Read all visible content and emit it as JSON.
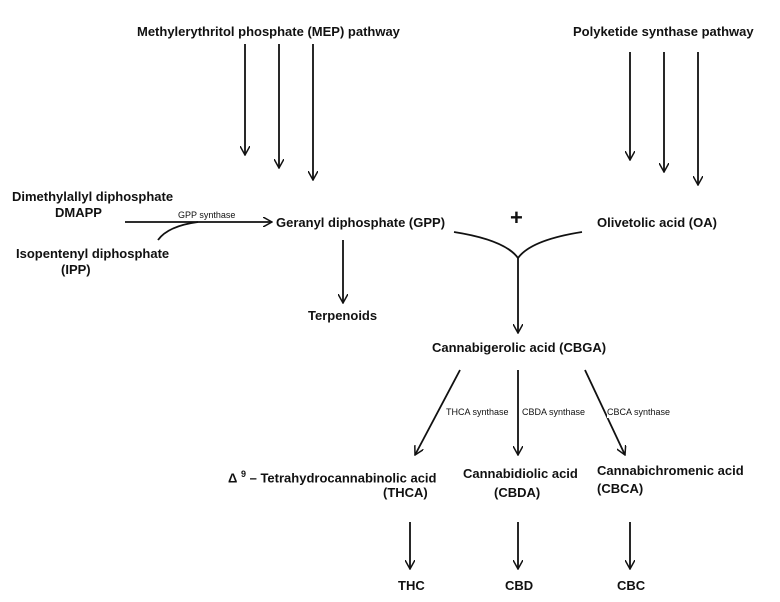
{
  "pathways": {
    "mep": "Methylerythritol phosphate (MEP) pathway",
    "polyketide": "Polyketide synthase pathway"
  },
  "precursors": {
    "dmapp_line1": "Dimethylallyl diphosphate",
    "dmapp_line2": "DMAPP",
    "ipp_line1": "Isopentenyl diphosphate",
    "ipp_line2": "(IPP)"
  },
  "enzymes": {
    "gpp_synthase": "GPP synthase",
    "thca_synthase": "THCA synthase",
    "cbda_synthase": "CBDA synthase",
    "cbca_synthase": "CBCA synthase"
  },
  "intermediates": {
    "gpp": "Geranyl diphosphate (GPP)",
    "plus": "+",
    "oa": "Olivetolic acid (OA)",
    "terpenoids": "Terpenoids",
    "cbga": "Cannabigerolic acid (CBGA)"
  },
  "acids": {
    "thca_delta": "Δ",
    "thca_sup": "9",
    "thca_line1": "– Tetrahydrocannabinolic acid",
    "thca_line2": "(THCA)",
    "cbda_line1": "Cannabidiolic acid",
    "cbda_line2": "(CBDA)",
    "cbca_line1": "Cannabichromenic acid",
    "cbca_line2": "(CBCA)"
  },
  "products": {
    "thc": "THC",
    "cbd": "CBD",
    "cbc": "CBC"
  },
  "colors": {
    "ink": "#111111",
    "background": "#ffffff"
  }
}
